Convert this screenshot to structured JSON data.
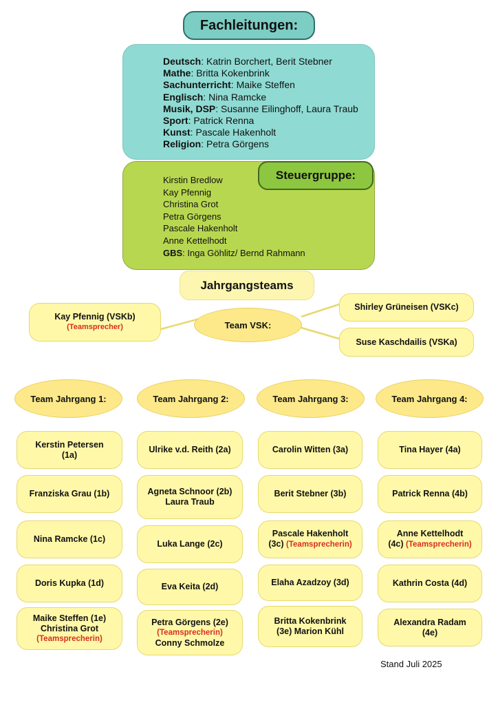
{
  "fachleitungen": {
    "title": "Fachleitungen:",
    "rows": [
      {
        "subject": "Deutsch",
        "names": ": Katrin Borchert, Berit Stebner"
      },
      {
        "subject": "Mathe",
        "names": ": Britta Kokenbrink"
      },
      {
        "subject": "Sachunterricht",
        "names": ": Maike Steffen"
      },
      {
        "subject": "Englisch",
        "names": ": Nina Ramcke"
      },
      {
        "subject": "Musik, DSP",
        "names": ": Susanne Eilinghoff, Laura Traub"
      },
      {
        "subject": "Sport",
        "names": ": Patrick Renna"
      },
      {
        "subject": "Kunst",
        "names": ": Pascale Hakenholt"
      },
      {
        "subject": "Religion",
        "names": ": Petra Görgens"
      }
    ]
  },
  "steuergruppe": {
    "title": "Steuergruppe:",
    "members": [
      "Kirstin Bredlow",
      "Kay Pfennig",
      "Christina Grot",
      "Petra Görgens",
      "Pascale Hakenholt",
      "Anne Kettelhodt"
    ],
    "gbs_label": "GBS",
    "gbs_names": ": Inga Göhlitz/ Bernd Rahmann"
  },
  "jahrgangsteams": {
    "title": "Jahrgangsteams",
    "vsk": {
      "label": "Team VSK:",
      "left": {
        "name": "Kay Pfennig (VSKb)",
        "role": "(Teamsprecher)"
      },
      "right_top": "Shirley Grüneisen (VSKc)",
      "right_bottom": "Suse Kaschdailis (VSKa)"
    }
  },
  "teams": [
    {
      "label": "Team Jahrgang 1:",
      "classes": [
        {
          "l1": "Kerstin Petersen",
          "l2": "(1a)"
        },
        {
          "l1": "Franziska Grau (1b)"
        },
        {
          "l1": "Nina Ramcke (1c)"
        },
        {
          "l1": "Doris Kupka (1d)"
        },
        {
          "l1": "Maike Steffen (1e)",
          "l2": "Christina Grot",
          "red": "(Teamsprecherin)"
        }
      ]
    },
    {
      "label": "Team Jahrgang 2:",
      "classes": [
        {
          "l1": "Ulrike v.d. Reith (2a)"
        },
        {
          "l1": "Agneta Schnoor (2b)",
          "l2": "Laura Traub"
        },
        {
          "l1": "Luka Lange (2c)"
        },
        {
          "l1": "Eva Keita (2d)"
        },
        {
          "l1": "Petra Görgens (2e)",
          "red": "(Teamsprecherin)",
          "l3": "Conny Schmolze"
        }
      ]
    },
    {
      "label": "Team Jahrgang 3:",
      "classes": [
        {
          "l1": "Carolin Witten (3a)"
        },
        {
          "l1": "Berit Stebner (3b)"
        },
        {
          "l1": "Pascale Hakenholt",
          "l2": "(3c)",
          "red": "(Teamsprecherin)"
        },
        {
          "l1": "Elaha Azadzoy (3d)"
        },
        {
          "l1": "Britta Kokenbrink",
          "l2": "(3e) Marion Kühl"
        }
      ]
    },
    {
      "label": "Team Jahrgang 4:",
      "classes": [
        {
          "l1": "Tina Hayer (4a)"
        },
        {
          "l1": "Patrick Renna (4b)"
        },
        {
          "l1": "Anne Kettelhodt",
          "l2": "(4c)",
          "red": "(Teamsprecherin)"
        },
        {
          "l1": "Kathrin Costa (4d)"
        },
        {
          "l1": "Alexandra Radam",
          "l2": "(4e)"
        }
      ]
    }
  ],
  "stand": "Stand Juli 2025",
  "colors": {
    "teal": "#8fdbd4",
    "green": "#b8d750",
    "yellow": "#fff8a8",
    "red_text": "#d62f1c"
  }
}
